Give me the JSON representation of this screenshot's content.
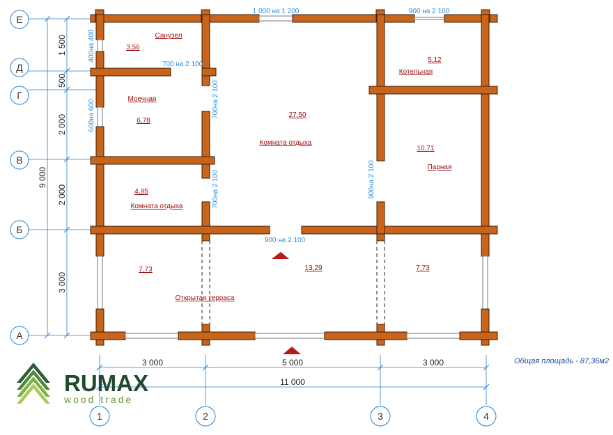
{
  "axes_rows": [
    "Е",
    "Д",
    "Г",
    "В",
    "Б",
    "А"
  ],
  "axes_cols": [
    "1",
    "2",
    "3",
    "4"
  ],
  "dims_left": {
    "d1": "1 500",
    "d2": "500",
    "d3": "2 000",
    "d4": "2 000",
    "d5": "3 000",
    "total": "9 000"
  },
  "dims_bottom": {
    "d1": "3 000",
    "d2": "5 000",
    "d3": "3 000",
    "total": "11 000"
  },
  "openings": {
    "window_top_center": "1 000 на 1 200",
    "door_top_right": "900 на 2 100",
    "window_bath": "400на 400",
    "door_bath": "700 на 2 100",
    "window_wash": "600на 600",
    "door_wash": "700на 2 100",
    "door_rest_small": "700на 2 100",
    "door_steam": "900на 2 100",
    "door_main": "900 на 2 100"
  },
  "rooms": {
    "bath": {
      "label": "Санузел",
      "area": "3,56"
    },
    "wash": {
      "label": "Моечная",
      "area": "6,78"
    },
    "rest_small": {
      "label": "Комната отдыха",
      "area": "4,95"
    },
    "rest_main": {
      "label": "Комната отдыха",
      "area": "27,50"
    },
    "boiler": {
      "label": "Котельная",
      "area": "5,12"
    },
    "steam": {
      "label": "Парная",
      "area": "10,71"
    },
    "terrace": {
      "label": "Открытая терраса",
      "area_left": "7,73",
      "area_mid": "13,29",
      "area_right": "7,73"
    }
  },
  "total_area": "Общая площадь - 87,36м2",
  "logo": {
    "name": "RUMAX",
    "sub": "wood trade"
  },
  "colors": {
    "wall": "#c8651b",
    "dim": "#1f7fd4",
    "room_text": "#9b1010",
    "opening_text": "#2a8fe0"
  }
}
